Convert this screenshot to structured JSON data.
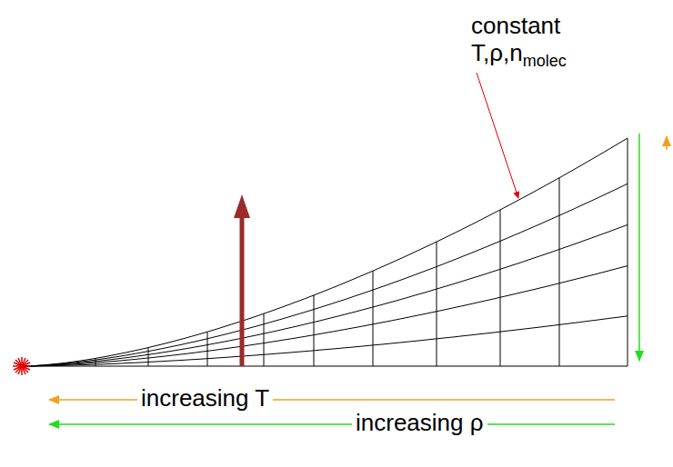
{
  "diagram": {
    "labels": [
      "constant",
      "T,ρ,n",
      "molec",
      "increasing T",
      "increasing ρ"
    ]
  }
}
